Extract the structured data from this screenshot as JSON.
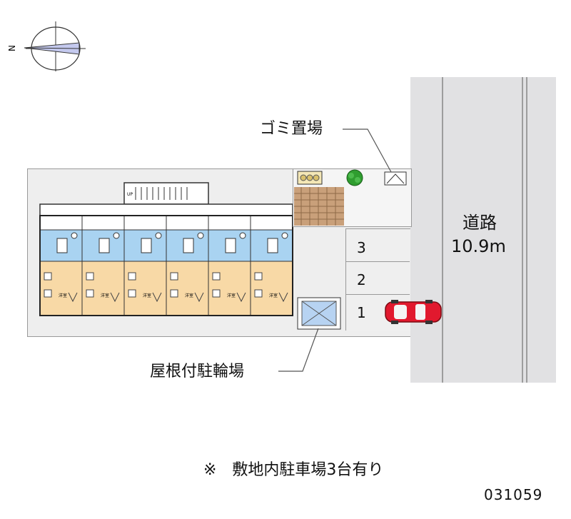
{
  "compass": {
    "north_label": "N"
  },
  "road": {
    "name": "道路",
    "width": "10.9m"
  },
  "labels": {
    "garbage": "ゴミ置場",
    "bicycle": "屋根付駐輪場",
    "stairs_tag": "UP",
    "room_tag": "洋室"
  },
  "parking_spaces": [
    "3",
    "2",
    "1"
  ],
  "footnote": "※　敷地内駐車場3台有り",
  "code": "031059",
  "colors": {
    "road": "#e1e1e3",
    "lot": "#efefef",
    "room": "#f8d9a6",
    "wet_area": "#a9d3f1",
    "car": "#e1192e",
    "bike_shelter": "#b7d3f2",
    "tile_area": "#b38e6a",
    "bush": "#2f9d2f"
  }
}
